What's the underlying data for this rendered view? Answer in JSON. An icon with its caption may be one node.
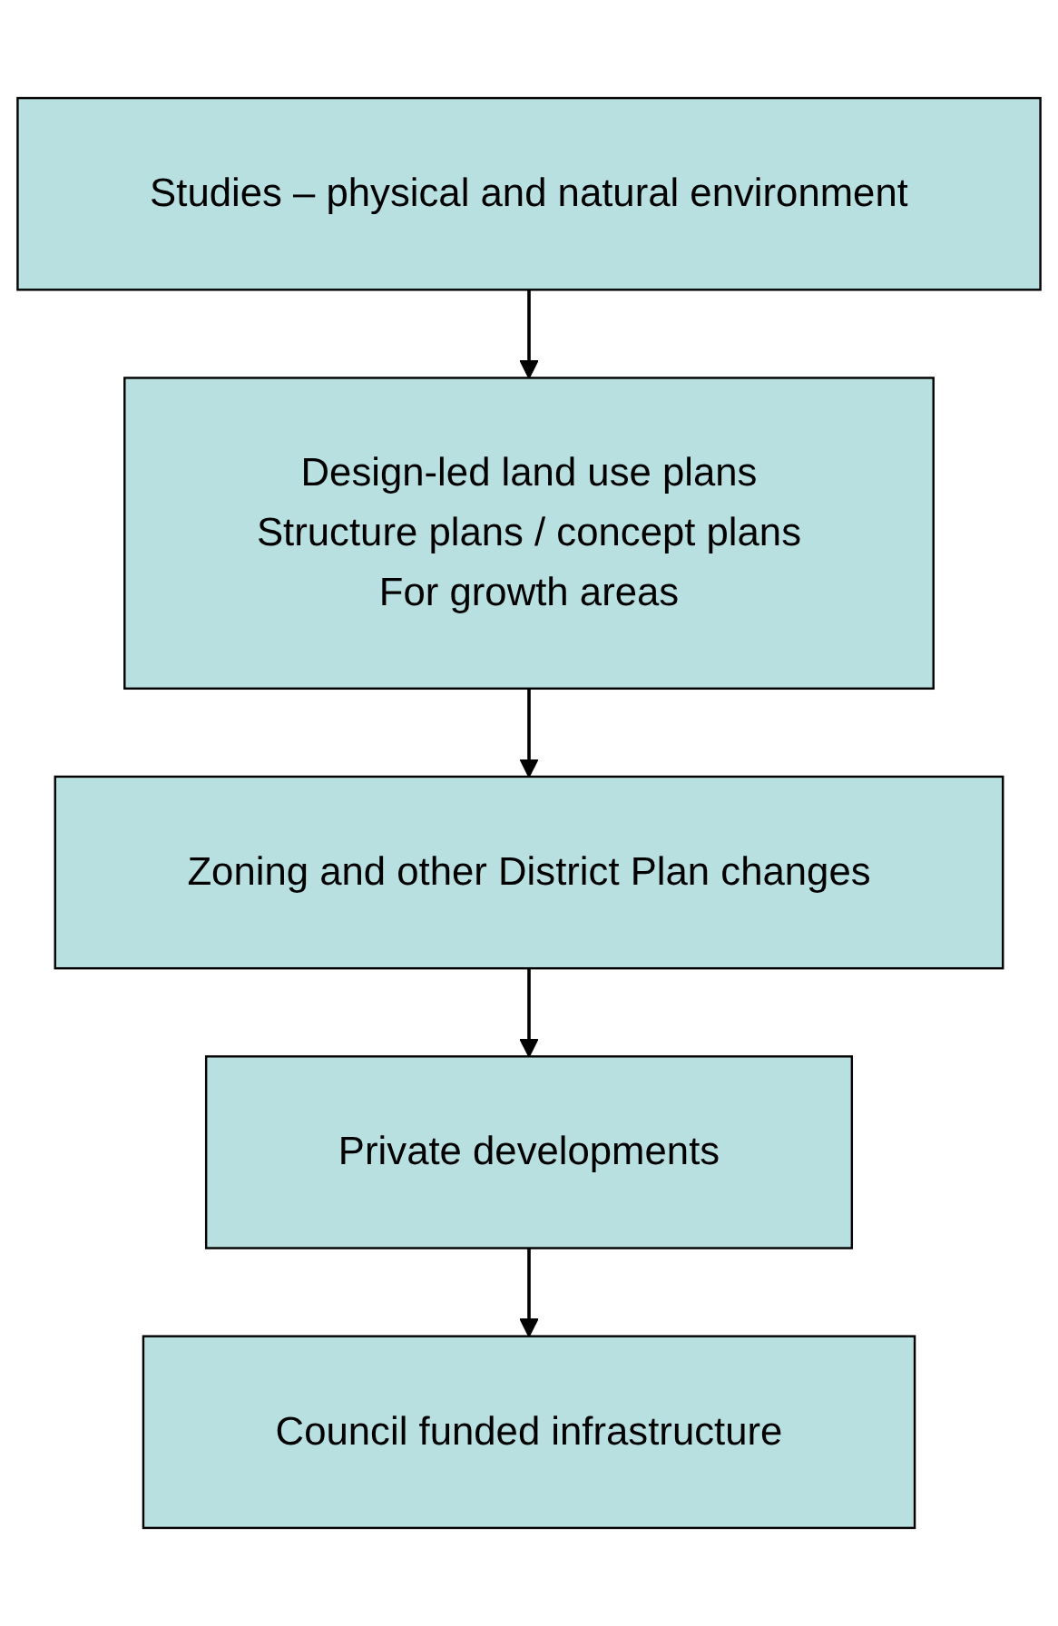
{
  "diagram": {
    "nodes": [
      {
        "text": [
          "Studies – physical and natural environment"
        ]
      },
      {
        "text": [
          "Design-led land use plans",
          "Structure plans / concept plans",
          "For growth areas"
        ]
      },
      {
        "text": [
          "Zoning and other District Plan changes"
        ]
      },
      {
        "text": [
          "Private developments"
        ]
      },
      {
        "text": [
          "Council funded infrastructure"
        ]
      }
    ],
    "edges": [
      {
        "from": 0,
        "to": 1,
        "arrow": "to"
      },
      {
        "from": 1,
        "to": 2,
        "arrow": "to"
      },
      {
        "from": 2,
        "to": 3,
        "arrow": "to"
      },
      {
        "from": 3,
        "to": 4,
        "arrow": "to"
      }
    ]
  }
}
